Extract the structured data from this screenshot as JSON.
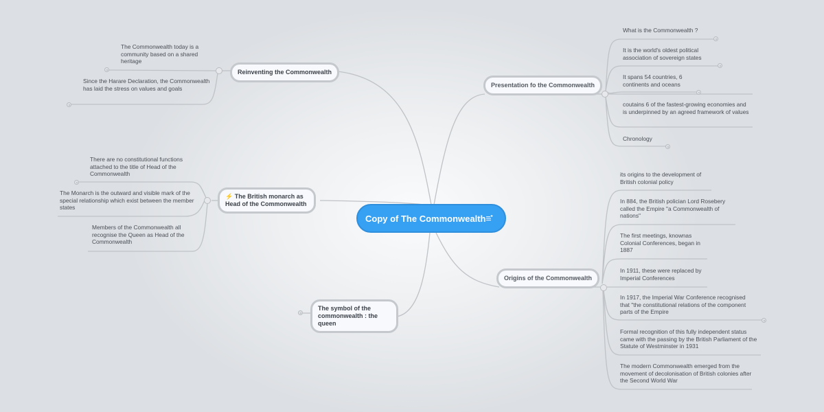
{
  "mindmap": {
    "root": {
      "label": "Copy of The Commonwealth",
      "icon": "note-icon",
      "color": "#36a0f3"
    },
    "branches": [
      {
        "label": "Reinventing the Commonwealth",
        "side": "left",
        "children": [
          "The Commonwealth today is a community based on a shared heritage",
          "Since the Harare Declaration, the Commonwealth has laid the stress on values and goals"
        ]
      },
      {
        "label": "The British monarch as Head of the Commonwealth",
        "icon": "lightning-icon",
        "side": "left",
        "children": [
          "There are no constitutional functions attached to the title of Head of the Commonwealth",
          "The Monarch is the outward and visible mark of the special relationship which exist between the member states",
          "Members of the Commonwealth all recognise the Queen as Head of the Commonwealth"
        ]
      },
      {
        "label": "The symbol of the commonwealth : the queen",
        "side": "left",
        "children": []
      },
      {
        "label": "Presentation fo the Commonwealth",
        "side": "right",
        "children": [
          "What is the Commonwealth ?",
          "It is the world's oldest political association of sovereign states",
          "It spans 54 countries, 6 continents and oceans",
          "coutains 6 of the fastest-growing economies and is underpinned by an agreed framework of values",
          "Chronology"
        ]
      },
      {
        "label": "Origins of the Commonwealth",
        "side": "right",
        "children": [
          "its origins to the development of British colonial policy",
          "In 884, the British polician Lord Rosebery called the Empire \"a Commonwealth of nations\"",
          "The first meetings, knownas Colonial Conferences, began in 1887",
          "In 1911, these were replaced by Imperial Conferences",
          "In 1917, the Imperial War Conference recognised that \"the constitutional relations of the component parts of the Empire",
          "Formal recognition of this fully independent status came with the passing by the British Parliament of the Statute of Westminster in 1931",
          "The modern Commonwealth emerged from the movement of decolonisation of British colonies after the Second World War"
        ]
      }
    ],
    "lightning_glyph": "⚡"
  }
}
